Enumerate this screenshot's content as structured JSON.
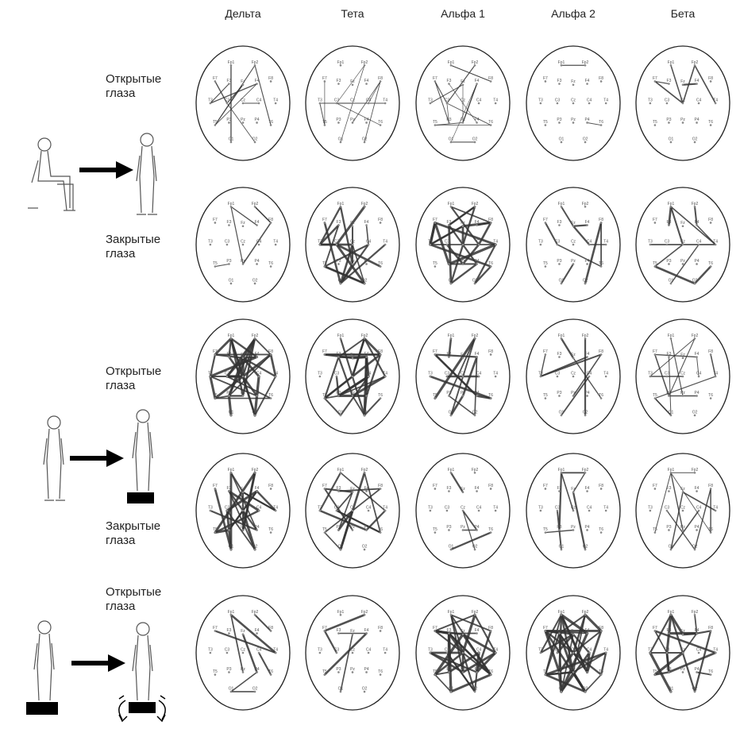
{
  "bands": [
    "Дельта",
    "Тета",
    "Альфа 1",
    "Альфа 2",
    "Бета"
  ],
  "conditions": [
    {
      "label_lines": [
        "Открытые",
        "глаза"
      ]
    },
    {
      "label_lines": [
        "Закрытые",
        "глаза"
      ]
    },
    {
      "label_lines": [
        "Открытые",
        "глаза"
      ]
    },
    {
      "label_lines": [
        "Закрытые",
        "глаза"
      ]
    },
    {
      "label_lines": [
        "Открытые",
        "глаза"
      ]
    }
  ],
  "transitions": [
    {
      "from": "sitting",
      "to": "standing"
    },
    {
      "from": "standing",
      "to": "standing-on-platform"
    },
    {
      "from": "standing-on-platform",
      "to": "standing-on-moving-platform"
    }
  ],
  "electrodes": [
    "Fp1",
    "Fp2",
    "F7",
    "F3",
    "Fz",
    "F4",
    "F8",
    "T3",
    "C3",
    "Cz",
    "C4",
    "T4",
    "T5",
    "P3",
    "Pz",
    "P4",
    "T6",
    "O1",
    "O2"
  ],
  "colors": {
    "line": "#333333",
    "head": "#222222",
    "arrow": "#000000"
  }
}
